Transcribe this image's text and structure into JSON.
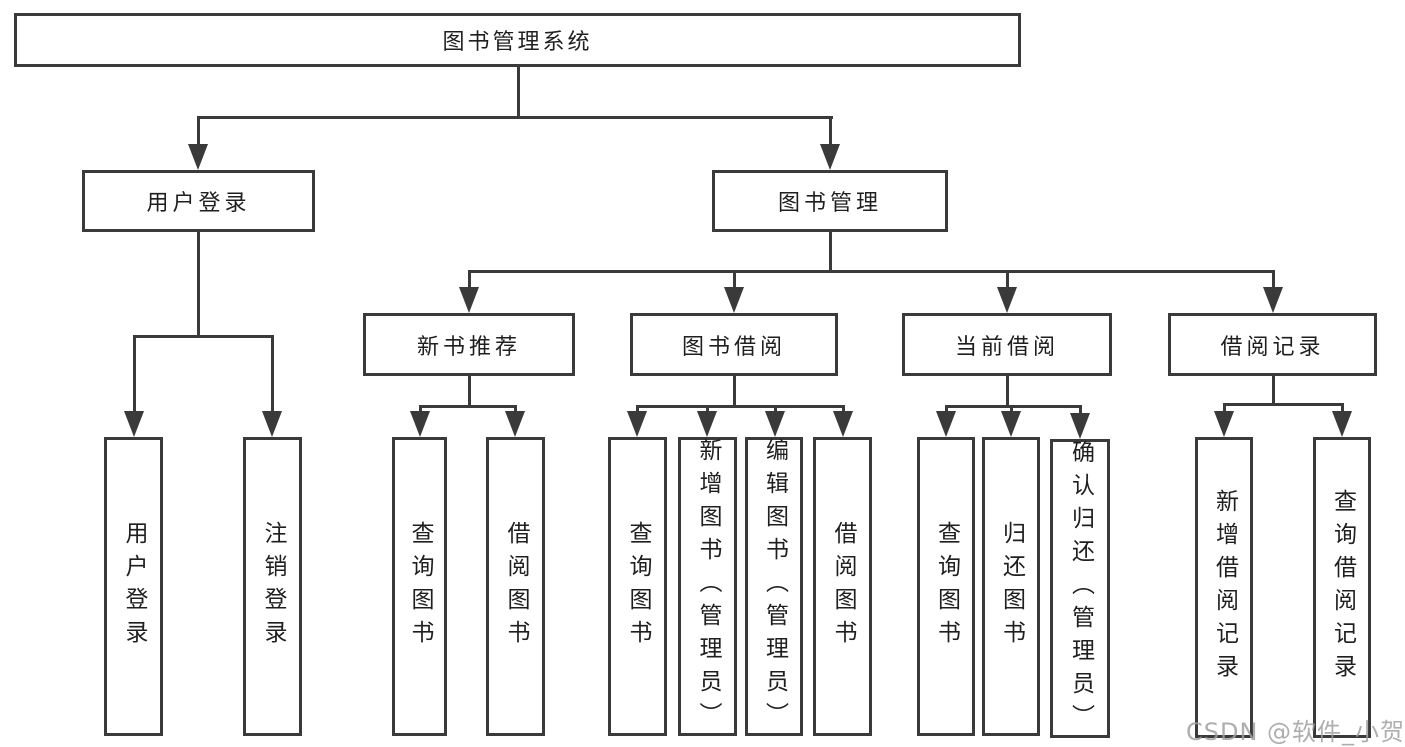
{
  "diagram": {
    "root": {
      "label": "图书管理系统"
    },
    "branches": [
      {
        "label": "用户登录",
        "children": [
          {
            "label": "用户登录"
          },
          {
            "label": "注销登录"
          }
        ]
      },
      {
        "label": "图书管理",
        "children": [
          {
            "label": "新书推荐",
            "children": [
              {
                "label": "查询图书"
              },
              {
                "label": "借阅图书"
              }
            ]
          },
          {
            "label": "图书借阅",
            "children": [
              {
                "label": "查询图书"
              },
              {
                "label": "新增图书（管理员）"
              },
              {
                "label": "编辑图书（管理员）"
              },
              {
                "label": "借阅图书"
              }
            ]
          },
          {
            "label": "当前借阅",
            "children": [
              {
                "label": "查询图书"
              },
              {
                "label": "归还图书"
              },
              {
                "label": "确认归还（管理员）"
              }
            ]
          },
          {
            "label": "借阅记录",
            "children": [
              {
                "label": "新增借阅记录"
              },
              {
                "label": "查询借阅记录"
              }
            ]
          }
        ]
      }
    ]
  },
  "watermark": {
    "text": "CSDN @软件_小贺同学"
  },
  "colors": {
    "line": "#3a3a3a",
    "text": "#1f1f1f",
    "background": "#ffffff",
    "watermark": "#a0a0a0"
  }
}
